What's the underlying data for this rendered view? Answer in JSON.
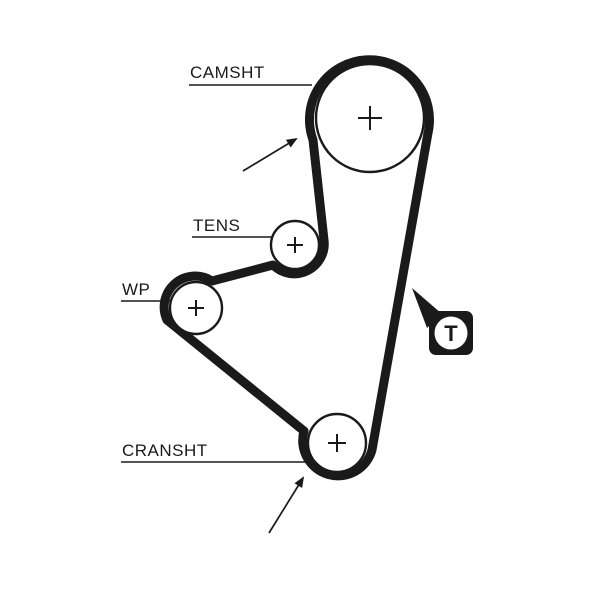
{
  "diagram": {
    "type": "timing-belt-routing",
    "background_color": "#ffffff",
    "ink_color": "#1a1a1a",
    "pulleys": [
      {
        "id": "camshaft",
        "label": "CAMSHT"
      },
      {
        "id": "tensioner",
        "label": "TENS"
      },
      {
        "id": "water-pump",
        "label": "WP"
      },
      {
        "id": "crankshaft",
        "label": "CRANSHT"
      }
    ],
    "marker": {
      "label": "T"
    }
  }
}
